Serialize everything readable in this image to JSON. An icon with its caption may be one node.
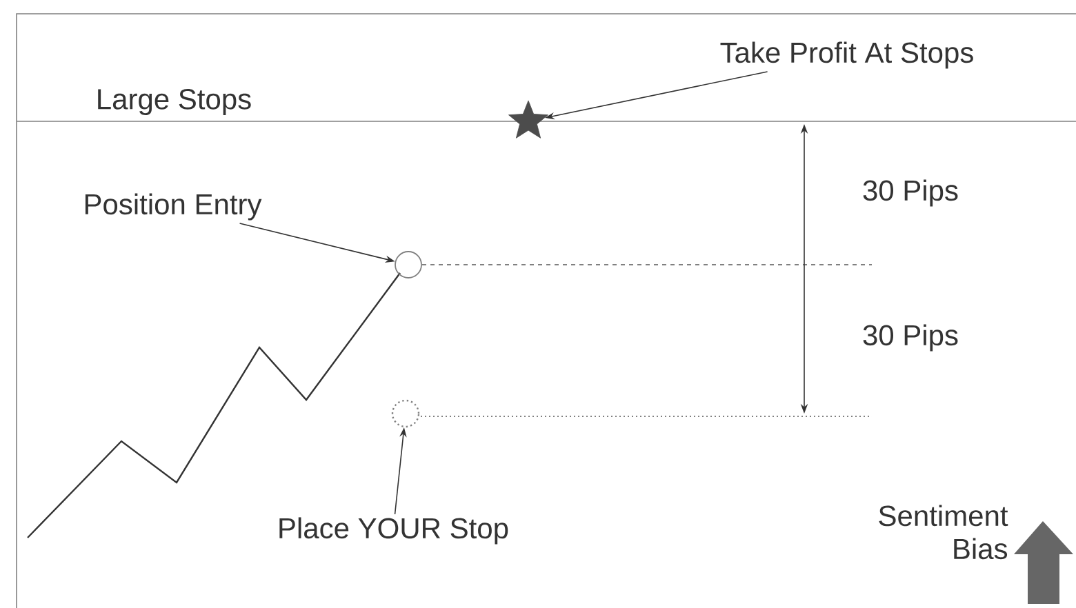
{
  "diagram": {
    "nodes": [
      {
        "text": [
          "Take Profit At Stops"
        ]
      },
      {
        "text": [],
        "shape": "star"
      },
      {
        "text": [
          "Position Entry"
        ]
      },
      {
        "text": [],
        "shape": "circle"
      },
      {
        "text": [],
        "shape": "circle"
      },
      {
        "text": [
          "Place YOUR Stop"
        ]
      }
    ],
    "edges": [
      {
        "from": 0,
        "to": 1,
        "arrow": "to"
      },
      {
        "from": 2,
        "to": 3,
        "arrow": "to"
      },
      {
        "from": 5,
        "to": 4,
        "arrow": "to"
      }
    ],
    "labels": [
      "Large Stops",
      "30 Pips",
      "30 Pips",
      "Sentiment Bias"
    ]
  }
}
